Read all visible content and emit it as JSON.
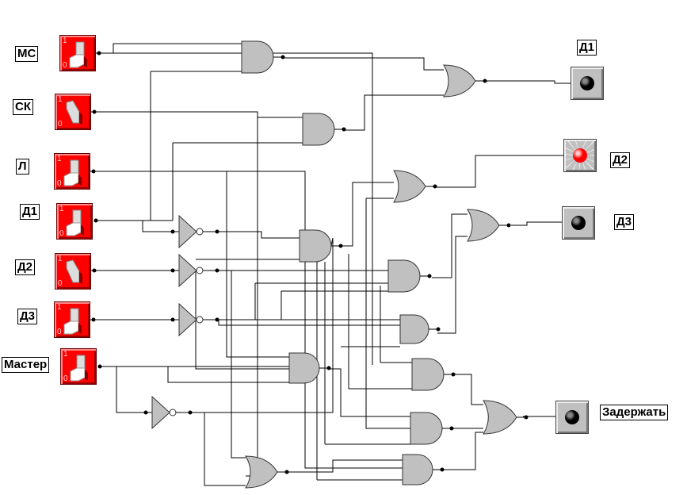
{
  "switches": [
    {
      "label": "МС",
      "on_label": "1",
      "off_label": "0",
      "state": "0"
    },
    {
      "label": "СК",
      "on_label": "1",
      "off_label": "0",
      "state": "1"
    },
    {
      "label": "Л",
      "on_label": "1",
      "off_label": "0",
      "state": "0"
    },
    {
      "label": "Д1",
      "on_label": "1",
      "off_label": "0",
      "state": "0"
    },
    {
      "label": "Д2",
      "on_label": "1",
      "off_label": "0",
      "state": "1"
    },
    {
      "label": "Д3",
      "on_label": "1",
      "off_label": "0",
      "state": "0"
    },
    {
      "label": "Мастер",
      "on_label": "1",
      "off_label": "0",
      "state": "0"
    }
  ],
  "lamps": [
    {
      "label": "Д1",
      "lit": false
    },
    {
      "label": "Д2",
      "lit": true,
      "color": "#ff0000"
    },
    {
      "label": "Д3",
      "lit": false
    },
    {
      "label": "Задержать",
      "lit": false
    }
  ],
  "colors": {
    "switch": "#ff0000",
    "gate": "#c0c0c0",
    "wire": "#000000",
    "lamp_on": "#ff0000"
  }
}
